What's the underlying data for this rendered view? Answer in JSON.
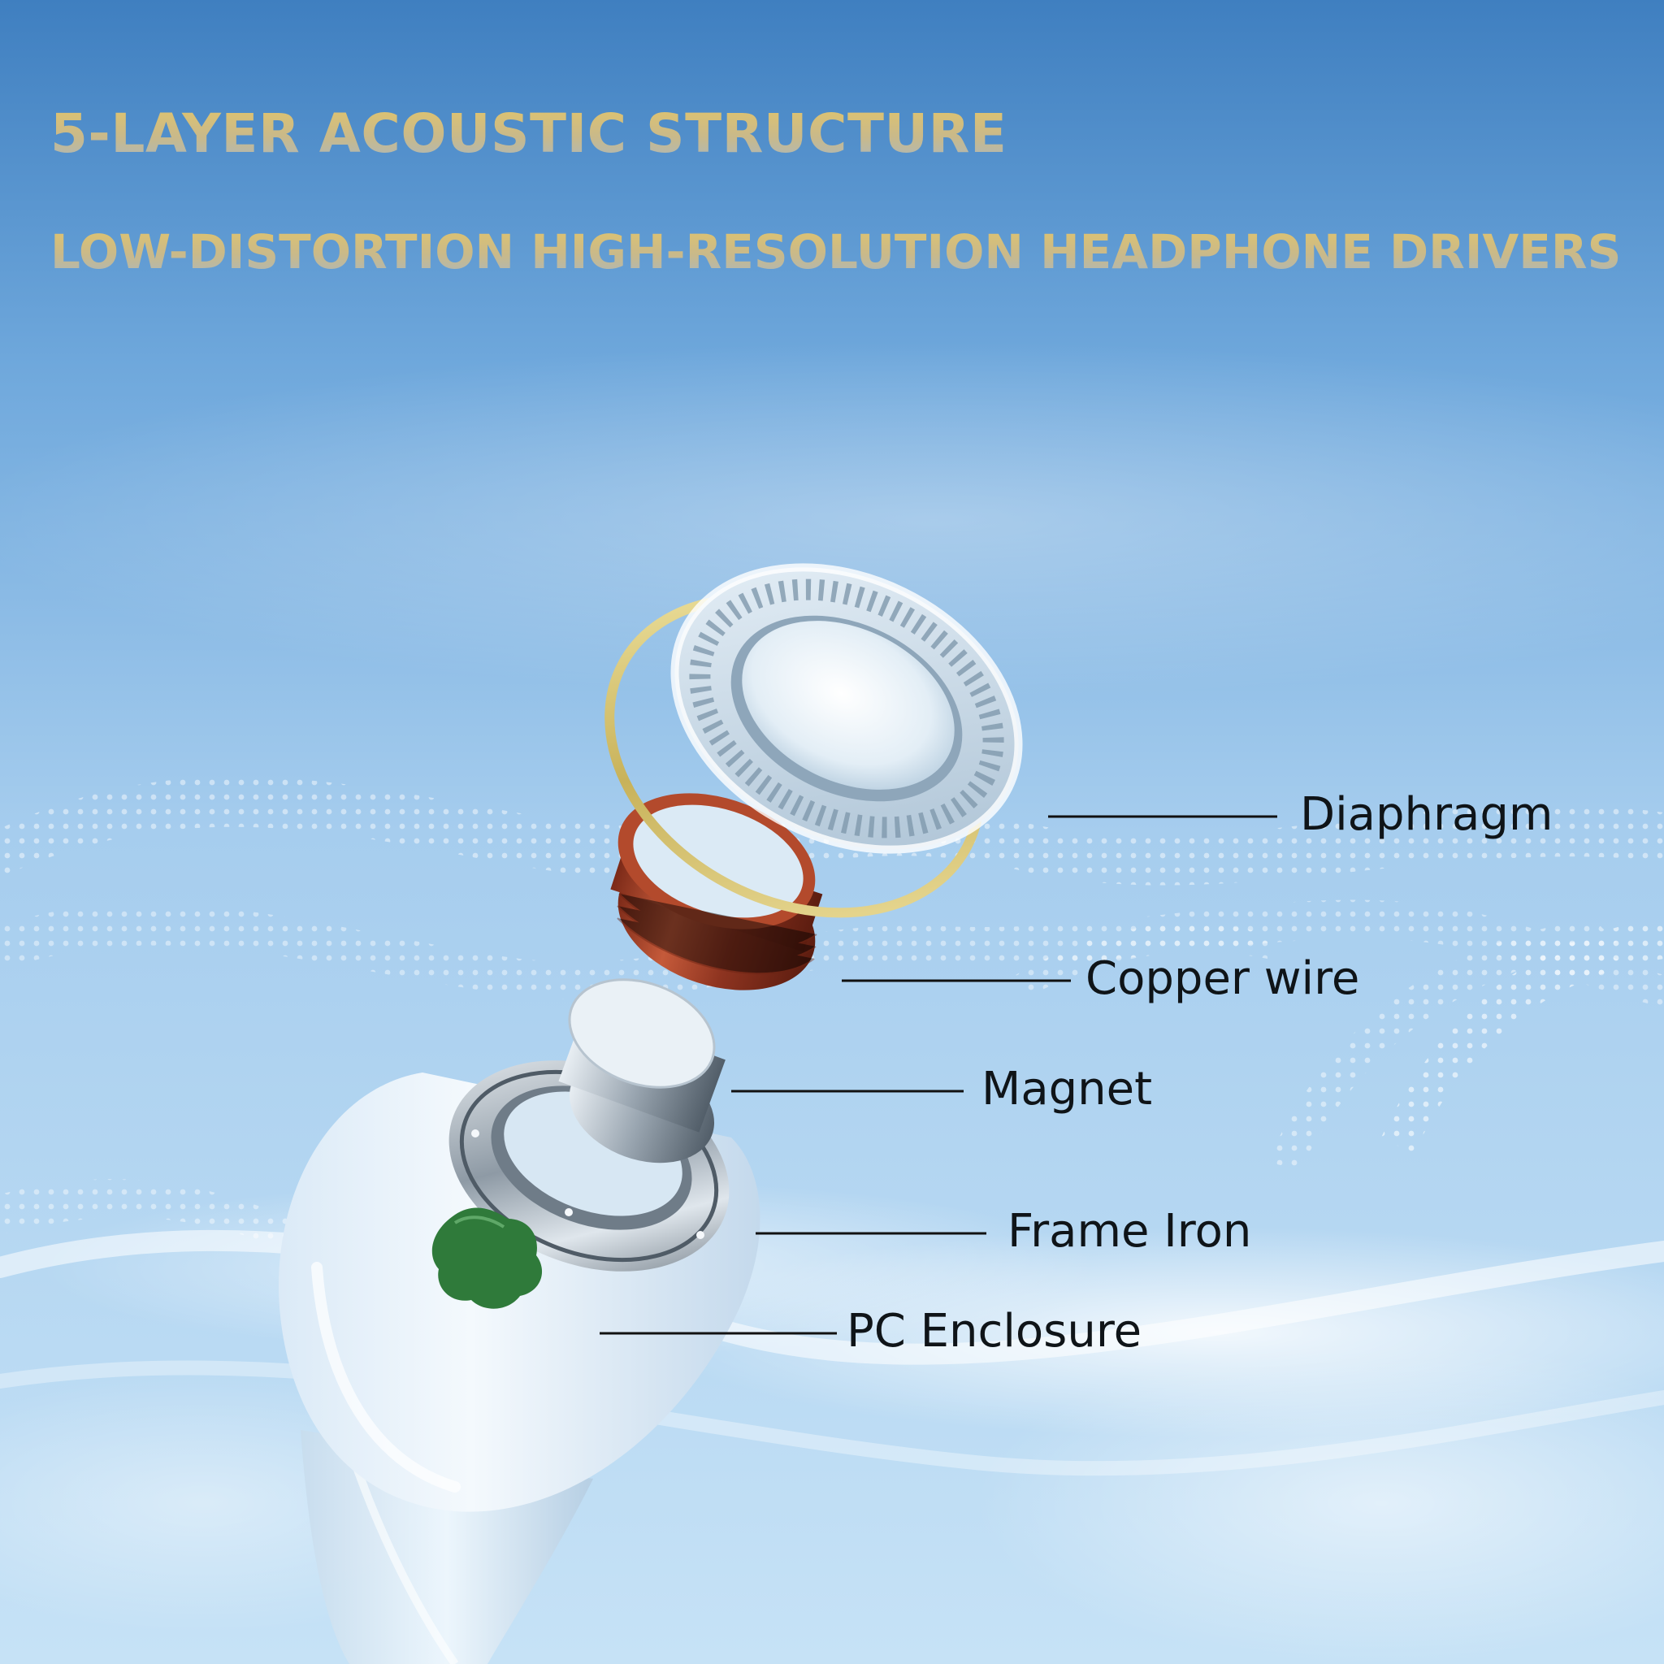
{
  "title": "5-LAYER ACOUSTIC STRUCTURE",
  "subtitle": "LOW-DISTORTION  HIGH-RESOLUTION HEADPHONE DRIVERS",
  "labels": {
    "diaphragm": "Diaphragm",
    "copper_wire": "Copper wire",
    "magnet": "Magnet",
    "frame_iron": "Frame Iron",
    "pc_enclosure": "PC Enclosure"
  },
  "colors": {
    "sky_top": "#4a8bc9",
    "sky_bottom": "#bfdff5",
    "headline_gold": "#d9bf73",
    "copper": "#a8472e",
    "gold_ring": "#d8c77a",
    "enclosure_green": "#2f7a3a",
    "label_text": "#0f1418"
  }
}
